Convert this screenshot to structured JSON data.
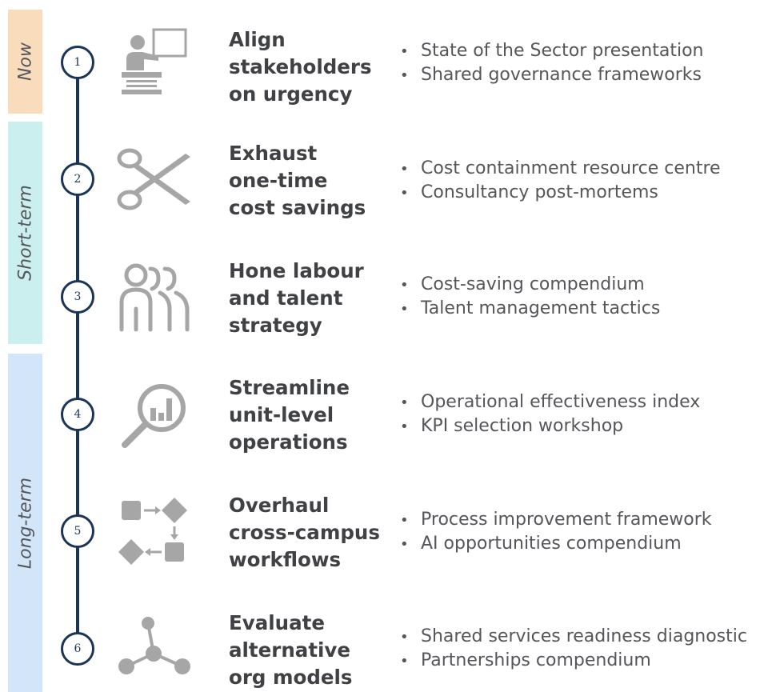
{
  "phases": [
    {
      "label": "Now",
      "color": "#f9dcbc"
    },
    {
      "label": "Short-term",
      "color": "#cbefef"
    },
    {
      "label": "Long-term",
      "color": "#d2e5f9"
    }
  ],
  "bullet_char": "•",
  "steps": [
    {
      "number": "1",
      "icon": "presentation-icon",
      "title": [
        "Align",
        "stakeholders",
        "on urgency"
      ],
      "bullets": [
        "State of the Sector presentation",
        "Shared governance frameworks"
      ]
    },
    {
      "number": "2",
      "icon": "scissors-icon",
      "title": [
        "Exhaust",
        "one-time",
        "cost savings"
      ],
      "bullets": [
        "Cost containment resource centre",
        "Consultancy post-mortems"
      ]
    },
    {
      "number": "3",
      "icon": "people-group-icon",
      "title": [
        "Hone labour",
        "and talent",
        "strategy"
      ],
      "bullets": [
        "Cost-saving compendium",
        "Talent management tactics"
      ]
    },
    {
      "number": "4",
      "icon": "magnifier-chart-icon",
      "title": [
        "Streamline",
        "unit-level",
        "operations"
      ],
      "bullets": [
        "Operational effectiveness index",
        "KPI selection workshop"
      ]
    },
    {
      "number": "5",
      "icon": "workflow-icon",
      "title": [
        "Overhaul",
        "cross-campus",
        "workflows"
      ],
      "bullets": [
        "Process improvement framework",
        "AI opportunities compendium"
      ]
    },
    {
      "number": "6",
      "icon": "network-icon",
      "title": [
        "Evaluate",
        "alternative",
        "org models"
      ],
      "bullets": [
        "Shared services readiness diagnostic",
        "Partnerships compendium"
      ]
    }
  ]
}
